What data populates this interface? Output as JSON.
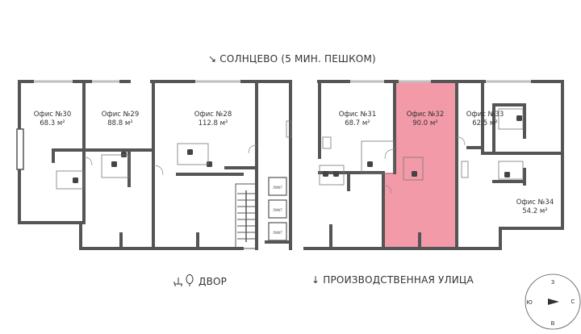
{
  "directions": {
    "top": {
      "arrow": "↘",
      "text": "СОЛНЦЕВО (5 МИН. ПЕШКОМ)"
    },
    "courtyard": {
      "text": "ДВОР"
    },
    "bottom": {
      "arrow": "↓",
      "text": "ПРОИЗВОДСТВЕННАЯ УЛИЦА"
    }
  },
  "offices": [
    {
      "id": "30",
      "name": "Офис №30",
      "area": "68.3 м²",
      "highlighted": false
    },
    {
      "id": "29",
      "name": "Офис №29",
      "area": "88.8 м²",
      "highlighted": false
    },
    {
      "id": "28",
      "name": "Офис №28",
      "area": "112.8 м²",
      "highlighted": false
    },
    {
      "id": "31",
      "name": "Офис №31",
      "area": "68.7 м²",
      "highlighted": false
    },
    {
      "id": "32",
      "name": "Офис №32",
      "area": "90.0 м²",
      "highlighted": true
    },
    {
      "id": "33",
      "name": "Офис №33",
      "area": "62.5 м²",
      "highlighted": false
    },
    {
      "id": "34",
      "name": "Офис №34",
      "area": "54.2 м²",
      "highlighted": false
    }
  ],
  "compass": {
    "north": "З",
    "south": "В",
    "west": "Ю",
    "east": "С"
  },
  "colors": {
    "wall": "#555555",
    "highlight": "#f29aa8",
    "window": "#bfbfbf"
  },
  "icons": {
    "courtyard": "tree-bench-icon",
    "compass": "compass-icon"
  }
}
